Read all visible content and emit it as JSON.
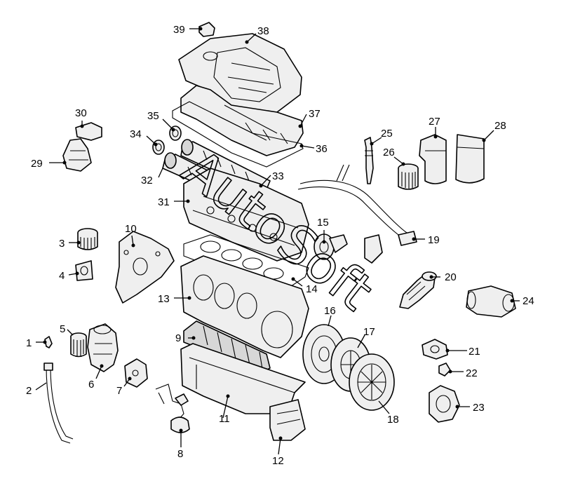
{
  "watermark": "AutoSoft",
  "callouts": [
    {
      "id": "1",
      "label": "1"
    },
    {
      "id": "2",
      "label": "2"
    },
    {
      "id": "3",
      "label": "3"
    },
    {
      "id": "4",
      "label": "4"
    },
    {
      "id": "5",
      "label": "5"
    },
    {
      "id": "6",
      "label": "6"
    },
    {
      "id": "7",
      "label": "7"
    },
    {
      "id": "8",
      "label": "8"
    },
    {
      "id": "9",
      "label": "9"
    },
    {
      "id": "10",
      "label": "10"
    },
    {
      "id": "11",
      "label": "11"
    },
    {
      "id": "12",
      "label": "12"
    },
    {
      "id": "13",
      "label": "13"
    },
    {
      "id": "14",
      "label": "14"
    },
    {
      "id": "15",
      "label": "15"
    },
    {
      "id": "16",
      "label": "16"
    },
    {
      "id": "17",
      "label": "17"
    },
    {
      "id": "18",
      "label": "18"
    },
    {
      "id": "19",
      "label": "19"
    },
    {
      "id": "20",
      "label": "20"
    },
    {
      "id": "21",
      "label": "21"
    },
    {
      "id": "22",
      "label": "22"
    },
    {
      "id": "23",
      "label": "23"
    },
    {
      "id": "24",
      "label": "24"
    },
    {
      "id": "25",
      "label": "25"
    },
    {
      "id": "26",
      "label": "26"
    },
    {
      "id": "27",
      "label": "27"
    },
    {
      "id": "28",
      "label": "28"
    },
    {
      "id": "29",
      "label": "29"
    },
    {
      "id": "30",
      "label": "30"
    },
    {
      "id": "31",
      "label": "31"
    },
    {
      "id": "32",
      "label": "32"
    },
    {
      "id": "33",
      "label": "33"
    },
    {
      "id": "34",
      "label": "34"
    },
    {
      "id": "35",
      "label": "35"
    },
    {
      "id": "36",
      "label": "36"
    },
    {
      "id": "37",
      "label": "37"
    },
    {
      "id": "38",
      "label": "38"
    },
    {
      "id": "39",
      "label": "39"
    }
  ]
}
